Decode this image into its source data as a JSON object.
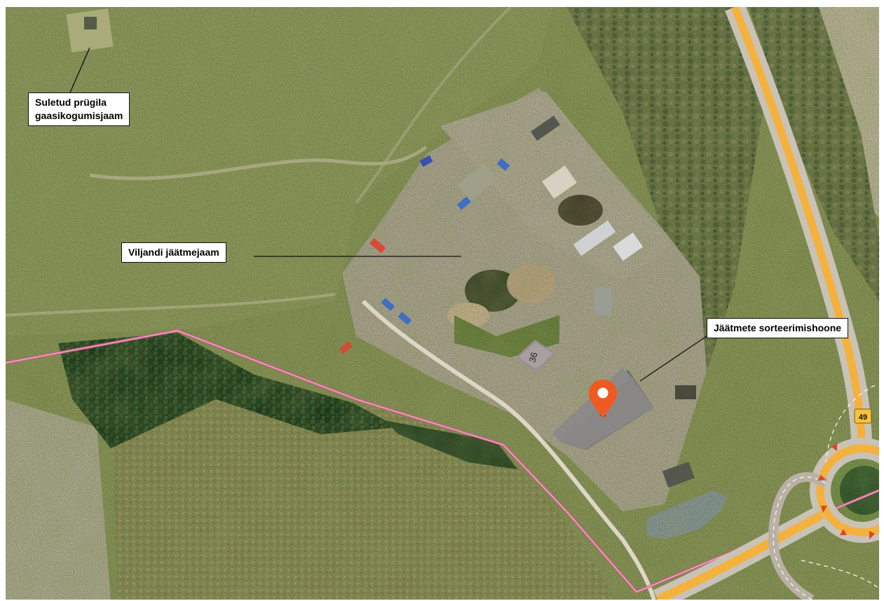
{
  "map": {
    "labels": {
      "gas_station": {
        "line1": "Suletud prügila",
        "line2": "gaasikogumisjaam"
      },
      "waste_station": "Viljandi jäätmejaam",
      "sorting_hall": "Jäätmete sorteerimishoone"
    },
    "building_numbers": {
      "small_building": "36",
      "main_building": "43"
    },
    "road_shield": "49",
    "marker": {
      "icon": "map-pin-icon",
      "color": "#f05a22"
    },
    "colors": {
      "road": "#f4b13c",
      "boundary": "#d9578e",
      "callout_border": "#111111"
    }
  }
}
